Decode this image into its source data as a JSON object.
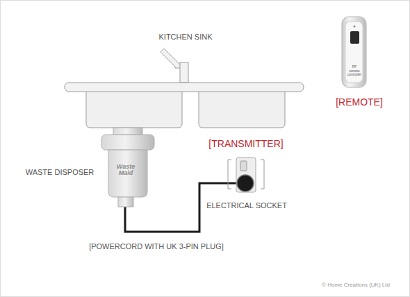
{
  "diagram": {
    "labels": [
      "KITCHEN SINK",
      "[REMOTE]",
      "RF remote controller",
      "[TRANSMITTER]",
      "WASTE DISPOSER",
      "Waste Maid",
      "ELECTRICAL SOCKET",
      "[POWERCORD WITH UK 3-PIN PLUG]",
      "© Home Creations (UK) Ltd"
    ]
  }
}
